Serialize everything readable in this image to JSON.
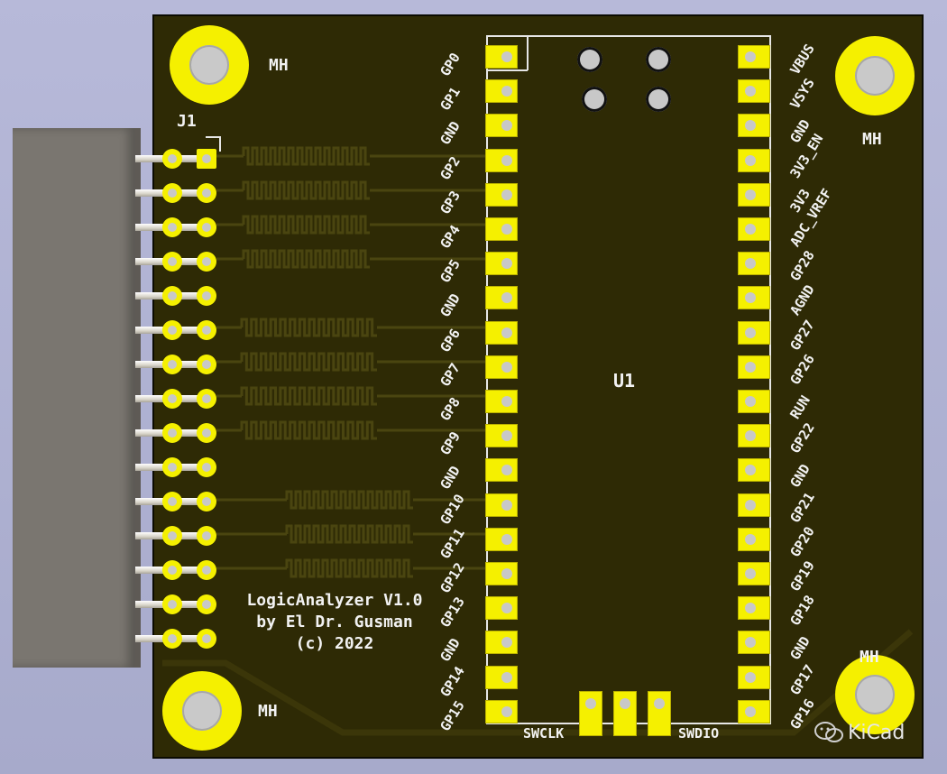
{
  "app": {
    "watermark": "KiCad"
  },
  "board": {
    "connector_ref": "J1",
    "module_ref": "U1",
    "mount_label": "MH",
    "info_lines": [
      "LogicAnalyzer V1.0",
      "by El Dr. Gusman",
      "(c) 2022"
    ],
    "swd_labels": {
      "left": "SWCLK",
      "right": "SWDIO"
    }
  },
  "left_pins": [
    "GP0",
    "GP1",
    "GND",
    "GP2",
    "GP3",
    "GP4",
    "GP5",
    "GND",
    "GP6",
    "GP7",
    "GP8",
    "GP9",
    "GND",
    "GP10",
    "GP11",
    "GP12",
    "GP13",
    "GND",
    "GP14",
    "GP15"
  ],
  "right_pins": [
    "VBUS",
    "VSYS",
    "GND",
    "3V3_EN",
    "3V3",
    "ADC_VREF",
    "GP28",
    "AGND",
    "GP27",
    "GP26",
    "RUN",
    "GP22",
    "GND",
    "GP21",
    "GP20",
    "GP19",
    "GP18",
    "GND",
    "GP17",
    "GP16"
  ],
  "colors": {
    "board": "#2e2a05",
    "pad": "#f5f000",
    "silk": "#f2f2f2",
    "background": "#b0b3d3"
  }
}
